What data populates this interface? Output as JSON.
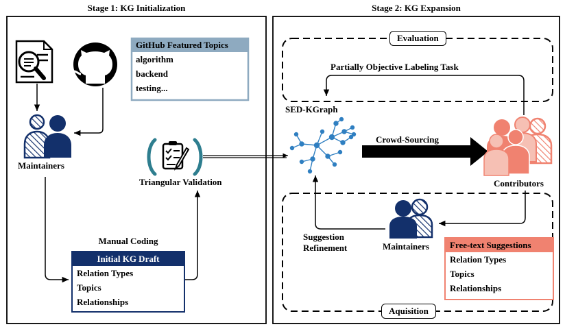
{
  "stage1": {
    "title": "Stage 1: KG Initialization",
    "maintainers_label": "Maintainers",
    "validation_label": "Triangular Validation",
    "github_box": {
      "header": "GitHub Featured Topics",
      "items": [
        "algorithm",
        "backend",
        "testing..."
      ]
    },
    "manual_coding_label": "Manual Coding",
    "draft_box": {
      "header": "Initial KG Draft",
      "items": [
        "Relation Types",
        "Topics",
        "Relationships"
      ]
    }
  },
  "stage2": {
    "title": "Stage 2: KG Expansion",
    "evaluation_tag": "Evaluation",
    "labeling_task_label": "Partially Objective Labeling Task",
    "graph_label": "SED-KGraph",
    "crowd_label": "Crowd-Sourcing",
    "contributors_label": "Contributors",
    "refinement_label_line1": "Suggestion",
    "refinement_label_line2": "Refinement",
    "maintainers_label": "Maintainers",
    "suggestions_box": {
      "header": "Free-text Suggestions",
      "items": [
        "Relation Types",
        "Topics",
        "Relationships"
      ]
    },
    "acquisition_tag": "Aquisition"
  },
  "colors": {
    "navy": "#13306b",
    "steel": "#8eaac0",
    "salmon": "#f08270",
    "salmon_light": "#f6c0b4",
    "teal": "#2e7e8f",
    "graph_blue": "#2f7fc1"
  },
  "icons": [
    "document-search-icon",
    "github-icon",
    "maintainers-icon",
    "validation-checklist-icon",
    "knowledge-graph-icon",
    "contributors-icon"
  ]
}
